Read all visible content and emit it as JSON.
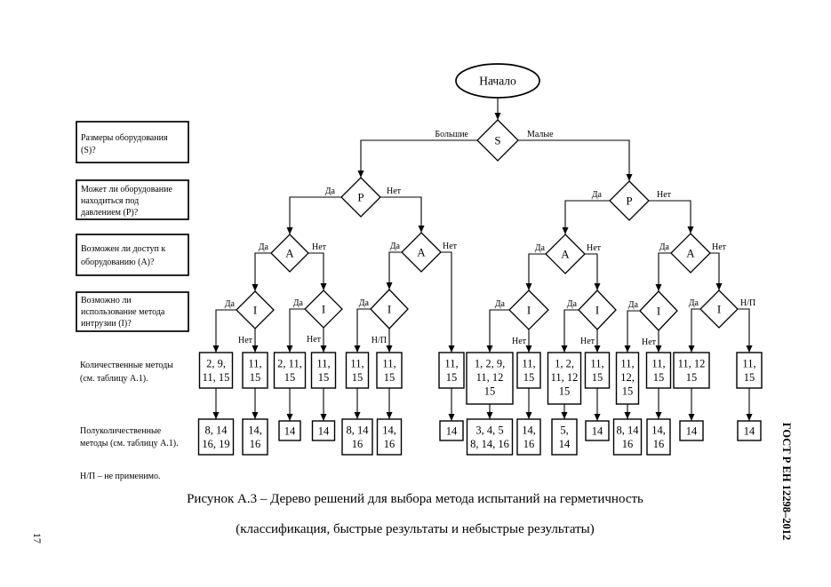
{
  "page": {
    "number": "17",
    "standard_id": "ГОСТ Р ЕН 12298–2012"
  },
  "diagram": {
    "start": "Начало",
    "questions": [
      [
        "Размеры оборудования",
        "(S)?"
      ],
      [
        "Может ли оборудование",
        "находиться под",
        "давлением (P)?"
      ],
      [
        "Возможен ли доступ к",
        "оборудованию (A)?"
      ],
      [
        "Возможно ли",
        "использование метода",
        "интрузии (I)?"
      ]
    ],
    "row_labels": {
      "quantitative": [
        "Количественные методы",
        "(см. таблицу А.1)."
      ],
      "semi_quantitative": [
        "Полуколичественные",
        "методы (см. таблицу А.1)."
      ]
    },
    "note": "Н/П – не применимо.",
    "decisions": [
      {
        "symbol": "S",
        "branches": [
          "Большие",
          "Малые"
        ]
      },
      {
        "symbol": "P",
        "branches": [
          "Да",
          "Нет"
        ]
      },
      {
        "symbol": "P",
        "branches": [
          "Да",
          "Нет"
        ]
      },
      {
        "symbol": "A",
        "branches": [
          "Да",
          "Нет"
        ]
      },
      {
        "symbol": "A",
        "branches": [
          "Да",
          "Нет"
        ]
      },
      {
        "symbol": "A",
        "branches": [
          "Да",
          "Нет"
        ]
      },
      {
        "symbol": "A",
        "branches": [
          "Да",
          "Нет"
        ]
      },
      {
        "symbol": "I",
        "branches": [
          "Да",
          "Нет"
        ]
      },
      {
        "symbol": "I",
        "branches": [
          "Да",
          "Нет"
        ]
      },
      {
        "symbol": "I",
        "branches": [
          "Да",
          "Н/П"
        ]
      },
      {
        "symbol": "I",
        "branches": [
          "Да",
          "Нет"
        ]
      },
      {
        "symbol": "I",
        "branches": [
          "Да",
          "Нет"
        ]
      },
      {
        "symbol": "I",
        "branches": [
          "Да",
          "Нет"
        ]
      },
      {
        "symbol": "I",
        "branches": [
          "Да",
          "Н/П"
        ]
      }
    ],
    "quantitative_methods": [
      [
        "2, 9,",
        "11, 15"
      ],
      [
        "11,",
        "15"
      ],
      [
        "2, 11,",
        "15"
      ],
      [
        "11,",
        "15"
      ],
      [
        "11,",
        "15"
      ],
      [
        "11,",
        "15"
      ],
      [
        "11,",
        "15"
      ],
      [
        "1, 2, 9,",
        "11, 12",
        "15"
      ],
      [
        "11,",
        "15"
      ],
      [
        "1, 2,",
        "11, 12",
        "15"
      ],
      [
        "11,",
        "15"
      ],
      [
        "11,",
        "12,",
        "15"
      ],
      [
        "11,",
        "15"
      ],
      [
        "11, 12",
        "15"
      ],
      [
        "11,",
        "15"
      ]
    ],
    "semi_quantitative_methods": [
      [
        "8, 14",
        "16, 19"
      ],
      [
        "14,",
        "16"
      ],
      [
        "14"
      ],
      [
        "14"
      ],
      [
        "8, 14",
        "16"
      ],
      [
        "14,",
        "16"
      ],
      [
        "14"
      ],
      [
        "3, 4, 5",
        "8, 14, 16"
      ],
      [
        "14,",
        "16"
      ],
      [
        "5,",
        "14"
      ],
      [
        "14"
      ],
      [
        "8, 14",
        "16"
      ],
      [
        "14,",
        "16"
      ],
      [
        "14"
      ],
      [
        "14"
      ]
    ]
  },
  "caption": {
    "title": "Рисунок А.3 – Дерево решений для выбора метода испытаний на герметичность",
    "subtitle": "(классификация, быстрые результаты и небыстрые результаты)"
  }
}
